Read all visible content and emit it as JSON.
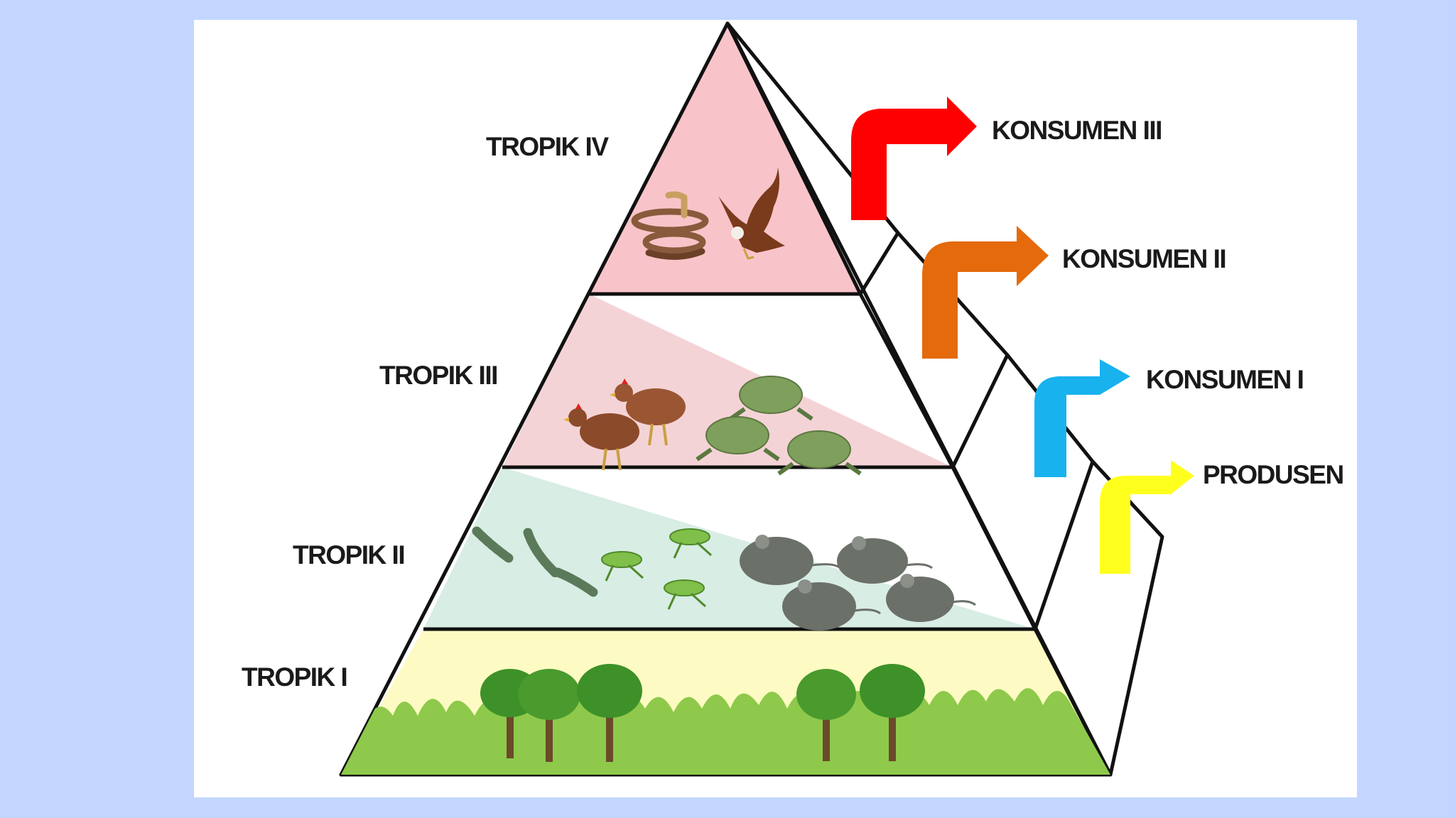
{
  "levels": [
    {
      "label": "TROPIK IV",
      "color": "#f9c4c9",
      "organisms": [
        "snake-icon",
        "eagle-icon"
      ]
    },
    {
      "label": "TROPIK III",
      "color": "#f4d3d6",
      "organisms": [
        "chicken-icon",
        "chicken-icon",
        "frog-icon",
        "frog-icon",
        "frog-icon"
      ]
    },
    {
      "label": "TROPIK II",
      "color": "#d8ede4",
      "organisms": [
        "caterpillar-icon",
        "grasshopper-icon",
        "grasshopper-icon",
        "grasshopper-icon",
        "mouse-icon",
        "mouse-icon",
        "mouse-icon",
        "mouse-icon"
      ]
    },
    {
      "label": "TROPIK I",
      "color": "#fdfbc3",
      "organisms": [
        "grass-icon",
        "tree-icon",
        "tree-icon",
        "tree-icon",
        "tree-icon",
        "tree-icon"
      ]
    }
  ],
  "roles": [
    {
      "label": "KONSUMEN III",
      "color": "#ff0000"
    },
    {
      "label": "KONSUMEN II",
      "color": "#e46a0c"
    },
    {
      "label": "KONSUMEN I",
      "color": "#18b2ef"
    },
    {
      "label": "PRODUSEN",
      "color": "#ffff1e"
    }
  ]
}
